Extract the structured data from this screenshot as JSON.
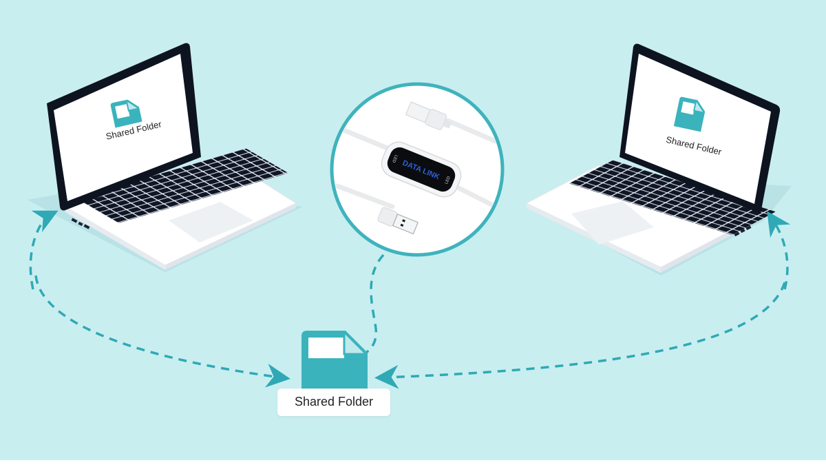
{
  "diagram": {
    "title": "USB data link cable file sharing between two laptops",
    "colors": {
      "background": "#c9eef0",
      "accent": "#3bb3bd",
      "arrow": "#2fa9b5",
      "bezel": "#0d1420",
      "laptop_body": "#ffffff",
      "circle_stroke": "#3fb3bd"
    },
    "left_laptop": {
      "screen_icon": "folder-icon",
      "screen_label": "Shared Folder"
    },
    "right_laptop": {
      "screen_icon": "folder-icon",
      "screen_label": "Shared Folder"
    },
    "cable_inset": {
      "device_label": "DATA LINK",
      "led_left": "LED",
      "led_right": "LED",
      "connectors": [
        "usb-a-plug-top",
        "usb-a-plug-bottom"
      ]
    },
    "center_node": {
      "icon": "folder-icon",
      "label": "Shared Folder"
    },
    "connections": [
      {
        "from": "left_laptop",
        "to": "center_node",
        "style": "dashed",
        "bidirectional": true
      },
      {
        "from": "right_laptop",
        "to": "center_node",
        "style": "dashed",
        "bidirectional": true
      },
      {
        "from": "cable_inset",
        "to": "center_node",
        "style": "dashed",
        "bidirectional": false
      }
    ]
  }
}
